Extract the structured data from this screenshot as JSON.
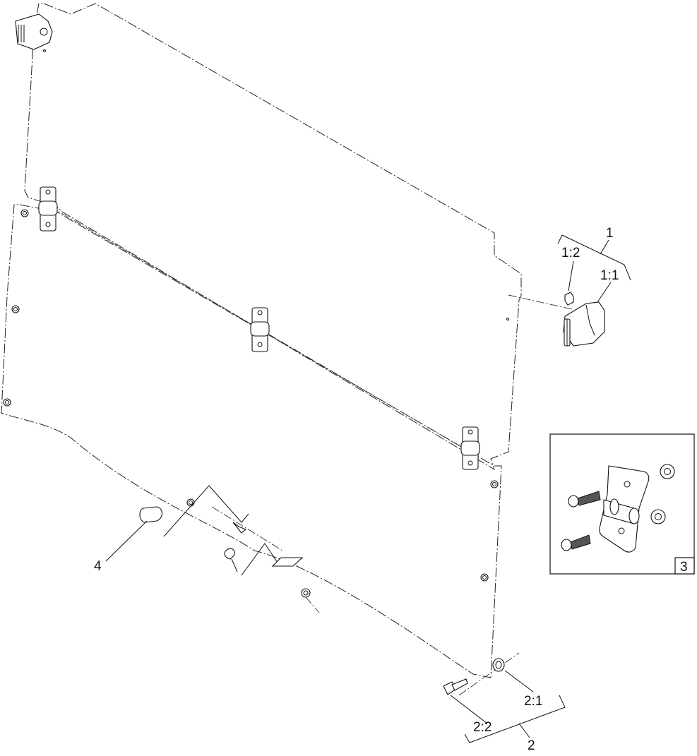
{
  "callouts": {
    "c1": "1",
    "c1_1": "1:1",
    "c1_2": "1:2",
    "c2": "2",
    "c2_1": "2:1",
    "c2_2": "2:2",
    "c3": "3",
    "c4": "4"
  }
}
